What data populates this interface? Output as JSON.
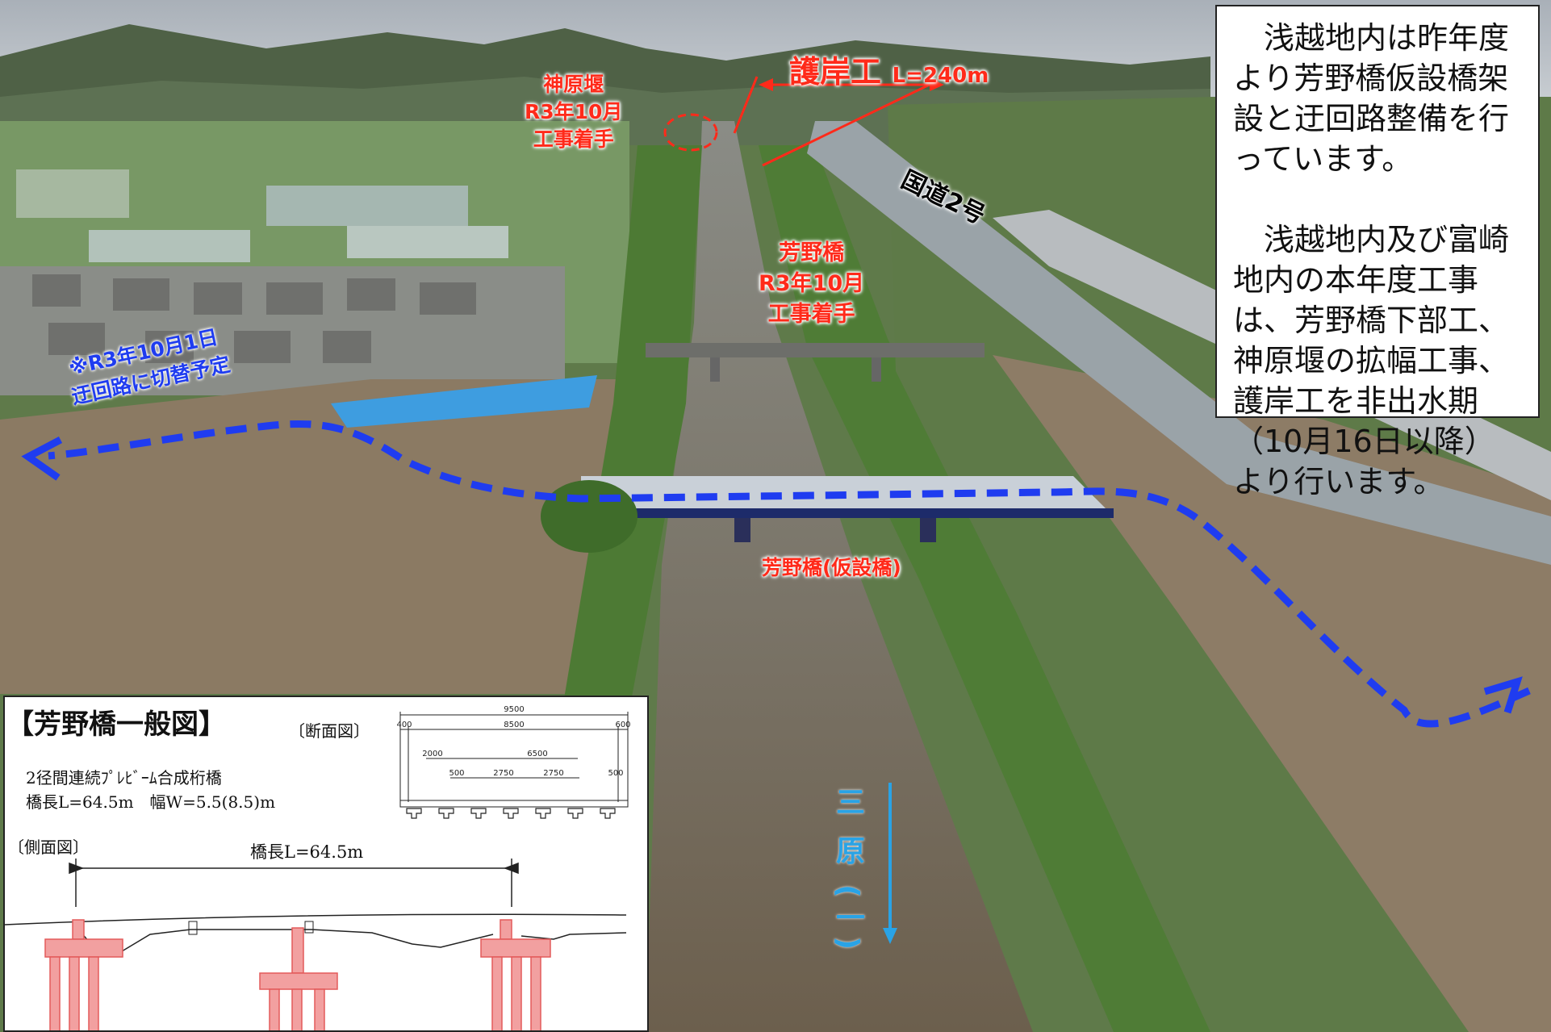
{
  "labels": {
    "kanbara_weir": [
      "神原堰",
      "R3年10月",
      "工事着手"
    ],
    "revetment": "護岸工",
    "revetment_length": "L=240m",
    "route2": "国道2号",
    "yoshino_bridge": [
      "芳野橋",
      "R3年10月",
      "工事着手"
    ],
    "detour": [
      "※R3年10月1日",
      "迂回路に切替予定"
    ],
    "temp_bridge": "芳野橋(仮設橋)",
    "river": "三 原 (一)"
  },
  "explanation": [
    "浅越地内は昨年度より芳野橋仮設橋架設と迂回路整備を行っています。",
    "浅越地内及び富崎地内の本年度工事は、芳野橋下部工、神原堰の拡幅工事、護岸工を非出水期（10月16日以降）より行います。"
  ],
  "drawing": {
    "title": "【芳野橋一般図】",
    "section_label": "〔断面図〕",
    "side_label": "〔側面図〕",
    "bridge_type": "2径間連続ﾌﾟﾚﾋﾞｰﾑ合成桁橋",
    "dimensions": "橋長L=64.5m　幅W=5.5(8.5)m",
    "side_length": "橋長L=64.5m",
    "section_dims": {
      "total": "9500",
      "left_edge": "400",
      "deck": "8500",
      "right_edge": "600",
      "inner_a": "2000",
      "inner_b": "6500",
      "small_a": "500",
      "span_a": "2750",
      "span_b": "2750",
      "small_b": "500"
    }
  },
  "colors": {
    "label_red": "#ff2a1a",
    "detour_blue": "#1f3cf0",
    "flow_blue": "#29a3e6",
    "pier_pink": "#f2a0a0"
  }
}
